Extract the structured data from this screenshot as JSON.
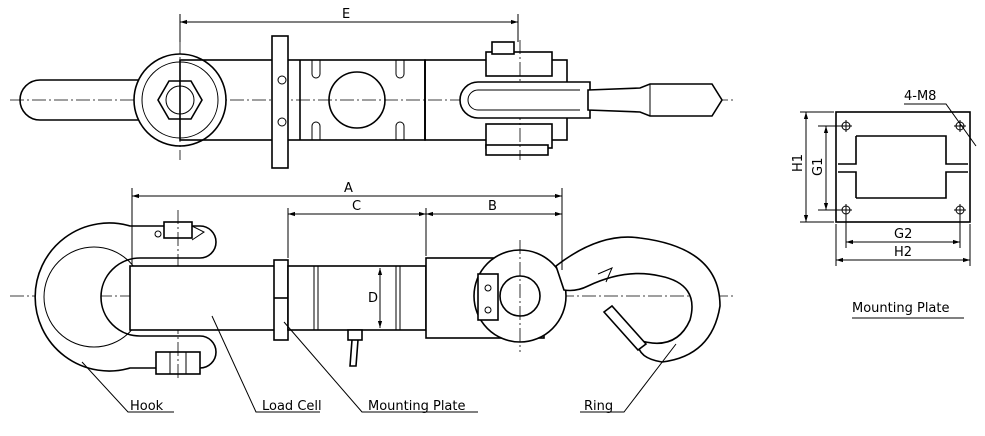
{
  "labels": {
    "dim_e": "E",
    "dim_a": "A",
    "dim_c": "C",
    "dim_b": "B",
    "dim_d": "D",
    "dim_h1": "H1",
    "dim_g1": "G1",
    "dim_g2": "G2",
    "dim_h2": "H2",
    "holes": "4-M8",
    "hook": "Hook",
    "load_cell": "Load Cell",
    "mounting_plate": "Mounting Plate",
    "ring": "Ring",
    "mounting_plate_title": "Mounting Plate"
  }
}
